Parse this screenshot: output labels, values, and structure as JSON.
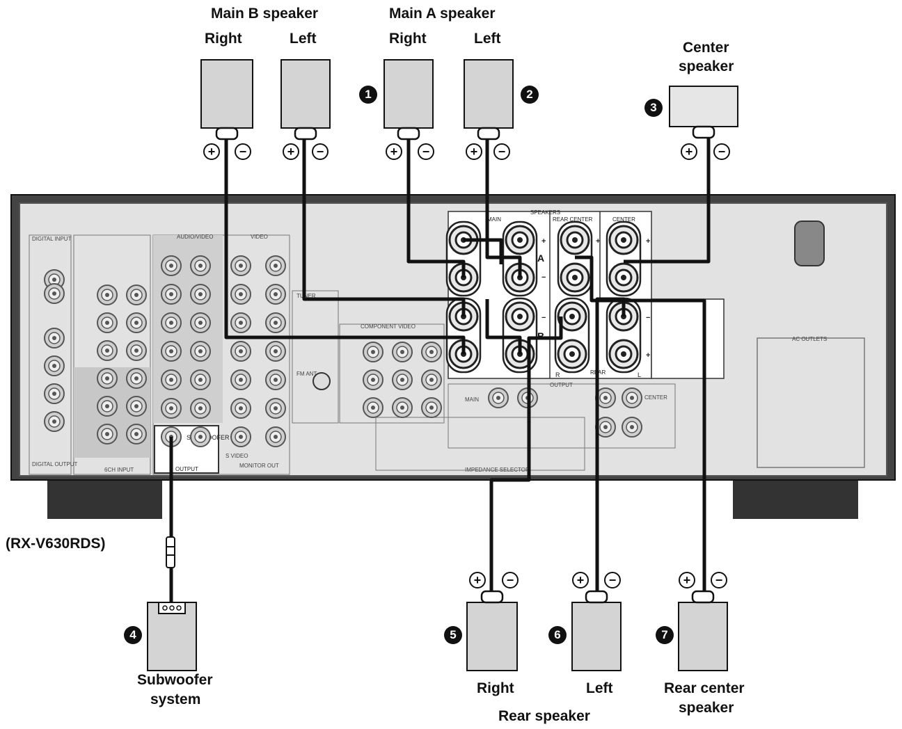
{
  "groups": {
    "main_b": "Main B speaker",
    "main_a": "Main A speaker",
    "center": [
      "Center",
      "speaker"
    ],
    "rear": "Rear speaker",
    "rear_center": [
      "Rear center",
      "speaker"
    ],
    "subwoofer": [
      "Subwoofer",
      "system"
    ]
  },
  "channels": {
    "main_b_right": "Right",
    "main_b_left": "Left",
    "main_a_right": "Right",
    "main_a_left": "Left",
    "rear_right": "Right",
    "rear_left": "Left"
  },
  "model": "(RX-V630RDS)",
  "bullets": [
    "1",
    "2",
    "3",
    "4",
    "5",
    "6",
    "7"
  ],
  "polarity": {
    "plus": "+",
    "minus": "−"
  },
  "panel": {
    "speakers": "SPEAKERS",
    "main": "MAIN",
    "rear_center": "REAR CENTER",
    "center": "CENTER",
    "rear": "REAR",
    "a": "A",
    "b": "B",
    "r": "R",
    "l": "L",
    "audio_video": "AUDIO/VIDEO",
    "video": "VIDEO",
    "digital_input": "DIGITAL INPUT",
    "digital_output": "DIGITAL OUTPUT",
    "ch6_input": "6CH INPUT",
    "output": "OUTPUT",
    "subwoofer": "SUB WOOFER",
    "component_video": "COMPONENT VIDEO",
    "ac_outlets": "AC OUTLETS",
    "monitor_out": "MONITOR OUT",
    "tuner": "TUNER",
    "fm_ant": "FM ANT",
    "impedance_selector": "IMPEDANCE SELECTOR",
    "s_video": "S VIDEO"
  },
  "colors": {
    "box": "#d4d4d4",
    "panel": "#e2e2e2",
    "wire": "#111111"
  }
}
